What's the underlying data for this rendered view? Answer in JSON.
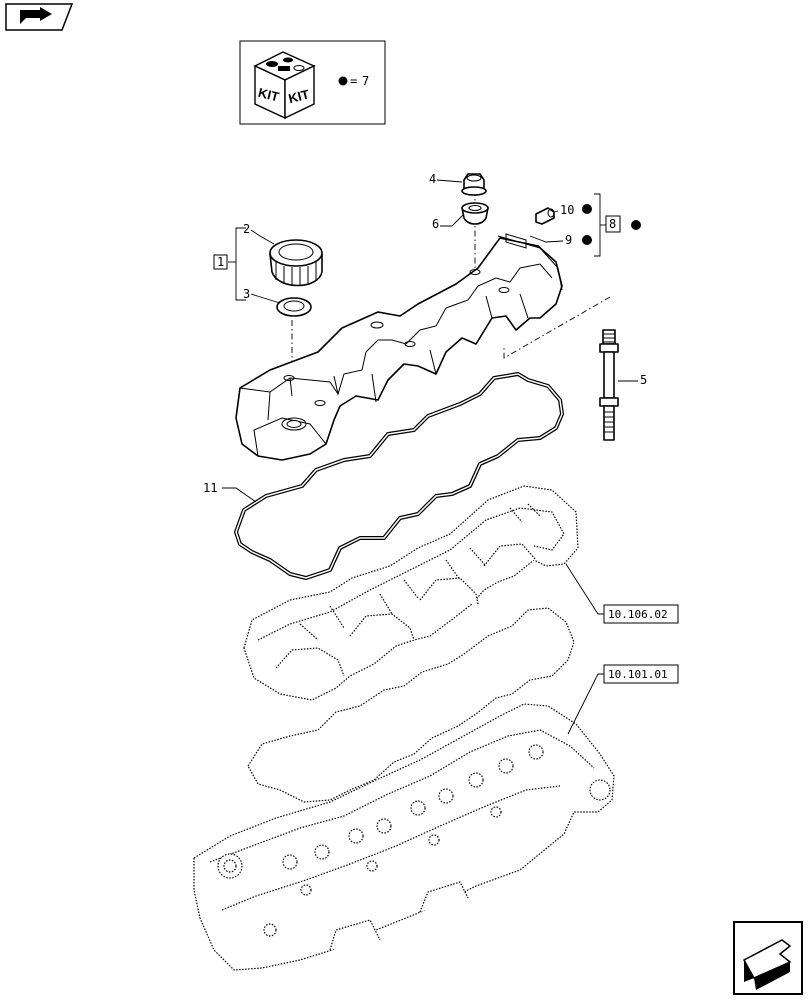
{
  "kit_box": {
    "kit_label_1": "KIT",
    "kit_label_2": "KIT",
    "equals": "=",
    "kit_number": "7"
  },
  "callouts": {
    "c1": "1",
    "c2": "2",
    "c3": "3",
    "c4": "4",
    "c5": "5",
    "c6": "6",
    "c8": "8",
    "c9": "9",
    "c10": "10",
    "c11": "11"
  },
  "references": {
    "ref_rocker_housing": "10.106.02",
    "ref_cylinder_head": "10.101.01"
  },
  "colors": {
    "line": "#000000",
    "background": "#ffffff"
  },
  "icons": {
    "top_left": "forward-arrow-icon",
    "bottom_right": "next-page-arrow-icon"
  }
}
